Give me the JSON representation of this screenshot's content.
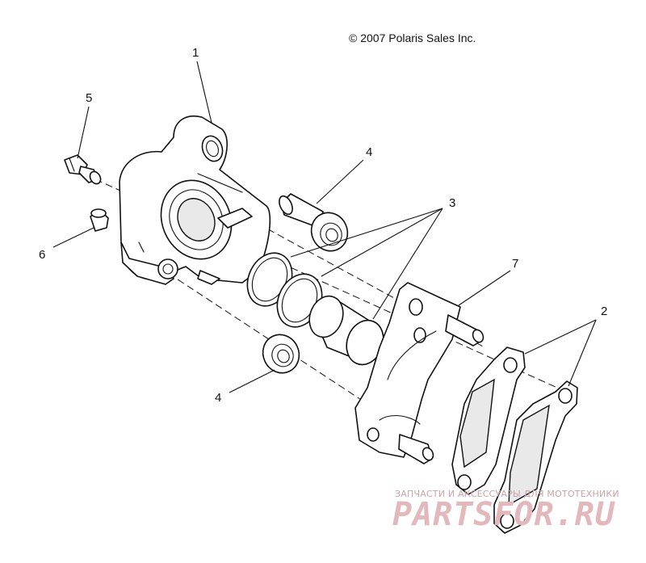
{
  "copyright": "© 2007 Polaris Sales Inc.",
  "callouts": [
    {
      "id": "1",
      "text": "1"
    },
    {
      "id": "2",
      "text": "2"
    },
    {
      "id": "3",
      "text": "3"
    },
    {
      "id": "4a",
      "text": "4"
    },
    {
      "id": "4b",
      "text": "4"
    },
    {
      "id": "5",
      "text": "5"
    },
    {
      "id": "6",
      "text": "6"
    },
    {
      "id": "7",
      "text": "7"
    }
  ],
  "watermark": {
    "tagline": "ЗАПЧАСТИ И АКСЕССУАРЫ ДЛЯ МОТОТЕХНИКИ",
    "site": "PARTSFOR.RU"
  }
}
